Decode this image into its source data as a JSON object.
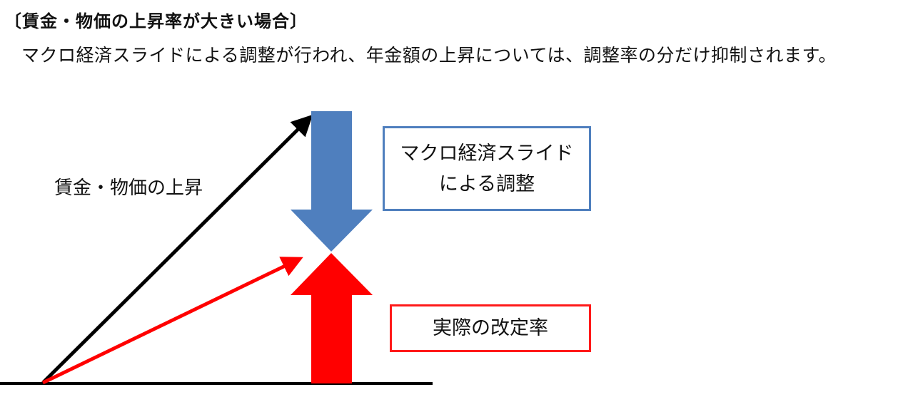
{
  "heading": "〔賃金・物価の上昇率が大きい場合〕",
  "description": "マクロ経済スライドによる調整が行われ、年金額の上昇については、調整率の分だけ抑制されます。",
  "diagram": {
    "rise_label": "賃金・物価の上昇",
    "macro_box": {
      "line1": "マクロ経済スライド",
      "line2": "による調整"
    },
    "actual_box": {
      "label": "実際の改定率"
    },
    "colors": {
      "black_arrow": "#000000",
      "red_arrow": "#ff0000",
      "blue_arrow": "#4f7fbe",
      "blue_border": "#4f7fbe",
      "red_border": "#ff1a1a"
    }
  }
}
